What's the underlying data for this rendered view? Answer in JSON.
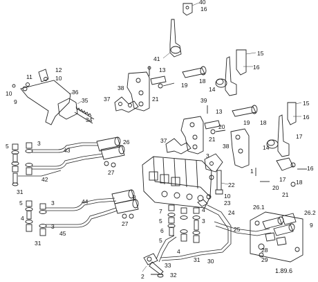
{
  "labels": [
    "40",
    "16",
    "41",
    "13",
    "15",
    "16",
    "12",
    "11",
    "10",
    "10",
    "38",
    "19",
    "37",
    "21",
    "18",
    "14",
    "9",
    "36",
    "35",
    "39",
    "13",
    "14",
    "18",
    "17",
    "15",
    "16",
    "5",
    "3",
    "43",
    "26",
    "34",
    "20",
    "19",
    "38",
    "21",
    "3",
    "37",
    "1",
    "17",
    "18",
    "16",
    "27",
    "42",
    "31",
    "22",
    "8",
    "44",
    "10",
    "23",
    "24",
    "5",
    "3",
    "7",
    "5",
    "3",
    "26.1",
    "26.2",
    "9",
    "4",
    "27",
    "4",
    "25",
    "3",
    "45",
    "31",
    "6",
    "5",
    "4",
    "30",
    "31",
    "28",
    "29",
    "1.89.6",
    "2",
    "33",
    "32",
    "21",
    "20"
  ],
  "date_code": "1.89.6",
  "colors": {
    "ink": "#222222",
    "paper": "#ffffff"
  }
}
